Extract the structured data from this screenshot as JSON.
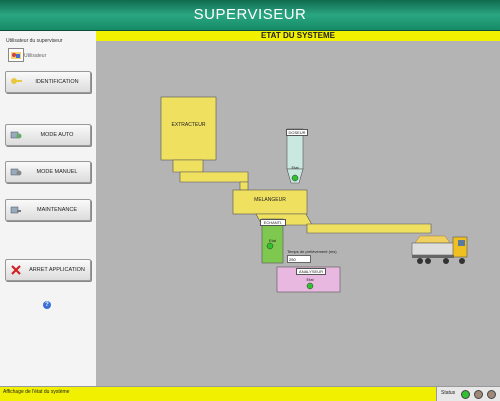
{
  "app": {
    "title": "SUPERVISEUR"
  },
  "sidebar": {
    "user_caption": "Utilisateur du superviseur",
    "user_name": "Utilisateur",
    "buttons": {
      "identification": "IDENTIFICATION",
      "mode_auto": "MODE AUTO",
      "mode_manuel": "MODE MANUEL",
      "maintenance": "MAINTENANCE",
      "arret": "ARRET APPLICATION"
    },
    "help_symbol": "?"
  },
  "main": {
    "header": "ETAT DU SYSTEME",
    "equipment": {
      "extracteur": "EXTRACTEUR",
      "doseur": "DOSEUR",
      "doseur_etat": "Etat",
      "melangeur": "MELANGEUR",
      "echantillon": "ECHANTI.",
      "echantillon_etat": "Etat",
      "sampling_label": "Temps de prélèvement (ms)",
      "sampling_value": "250",
      "analyseur": "ANALYSEUR",
      "analyseur_etat": "Etat"
    }
  },
  "status_bar": {
    "message": "Affichage de l'état du système",
    "status_label": "Status"
  },
  "colors": {
    "equipment_yellow": "#f0e060",
    "doseur": "#c8e8e0",
    "echantillon": "#7ec850",
    "analyseur": "#e8b8e0",
    "led_green": "#30c030",
    "led_gray": "#a08878"
  },
  "icons": [
    "user-icon",
    "key-icon",
    "auto-mode-icon",
    "manual-mode-icon",
    "maintenance-icon",
    "stop-icon",
    "help-icon",
    "truck-icon"
  ]
}
